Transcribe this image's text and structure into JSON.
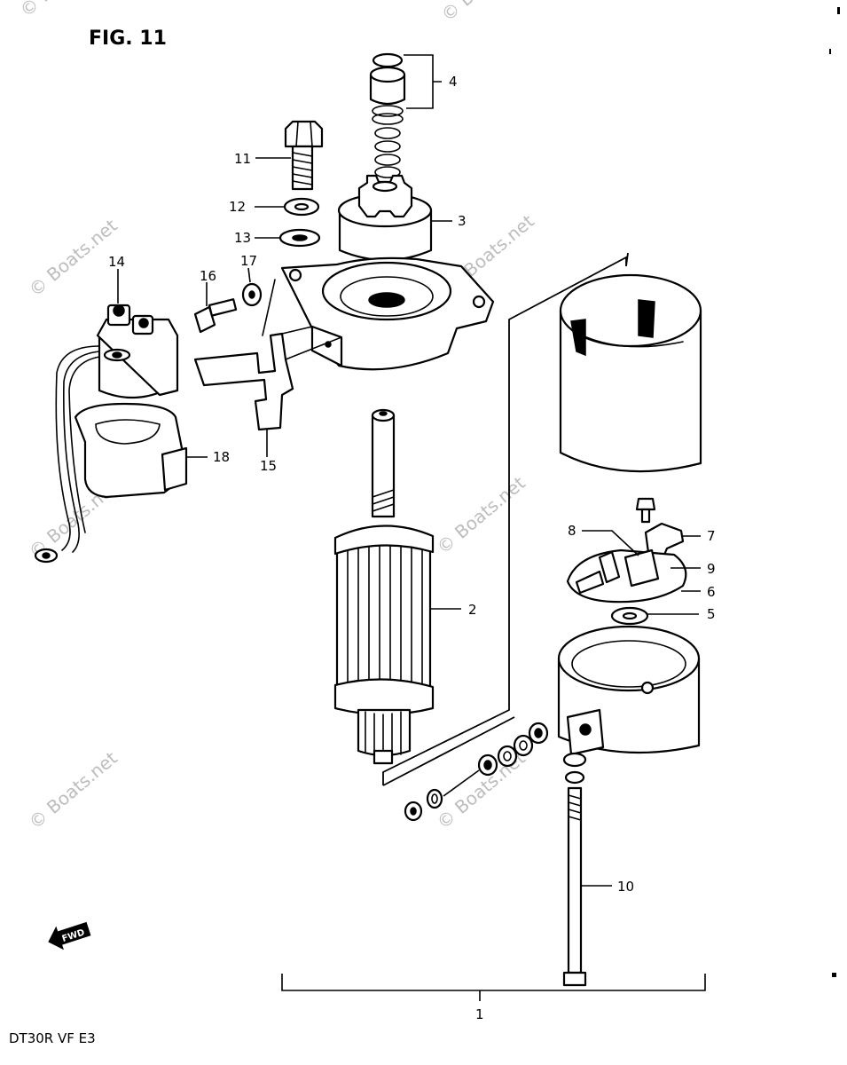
{
  "figure_title": "FIG. 11",
  "model_label": "DT30R VF E3",
  "watermark_text": "© Boats.net",
  "fwd_badge": "FWD",
  "callouts": [
    "1",
    "2",
    "3",
    "4",
    "5",
    "6",
    "7",
    "8",
    "9",
    "10",
    "11",
    "12",
    "13",
    "14",
    "15",
    "16",
    "17",
    "18"
  ],
  "colors": {
    "ink": "#000000",
    "background": "#ffffff",
    "watermark": "#bdbdbd"
  }
}
